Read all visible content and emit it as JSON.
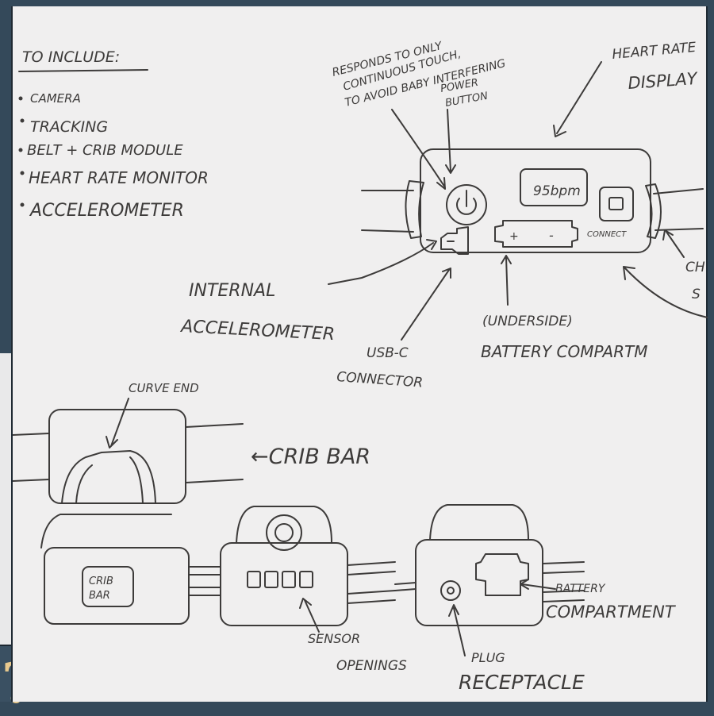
{
  "notes": {
    "heading": "TO INCLUDE:",
    "items": [
      "CAMERA",
      "TRACKING",
      "BELT + CRIB MODULE",
      "HEART RATE MONITOR",
      "ACCELEROMETER"
    ]
  },
  "device": {
    "touch_note": [
      "RESPONDS TO ONLY",
      "CONTINUOUS TOUCH,",
      "TO AVOID BABY INTERFERING"
    ],
    "power_label": [
      "POWER",
      "BUTTON"
    ],
    "heart_display_label": [
      "HEART RATE",
      "DISPLAY"
    ],
    "display_value": "95bpm",
    "connect_label": "CONNECT",
    "battery_plus": "+",
    "battery_minus": "-",
    "accelerometer_label": [
      "INTERNAL",
      "ACCELEROMETER"
    ],
    "usb_label": [
      "USB-C",
      "CONNECTOR"
    ],
    "battery_label": [
      "(UNDERSIDE)",
      "BATTERY COMPARTM"
    ],
    "strap_label": [
      "CH",
      "S"
    ]
  },
  "crib_module": {
    "curve_label": "CURVE END",
    "bar_label": "←CRIB BAR",
    "inner_label": [
      "CRIB",
      "BAR"
    ]
  },
  "views": {
    "sensor_label": [
      "SENSOR",
      "OPENINGS"
    ],
    "plug_label": [
      "PLUG",
      "RECEPTACLE"
    ],
    "battery_label": [
      "BATTERY",
      "COMPARTMENT"
    ]
  },
  "colors": {
    "frame": "#34495a",
    "paper": "#f0efef",
    "ink": "#3d3b3a",
    "accent_glyph": "#e8c98e"
  }
}
